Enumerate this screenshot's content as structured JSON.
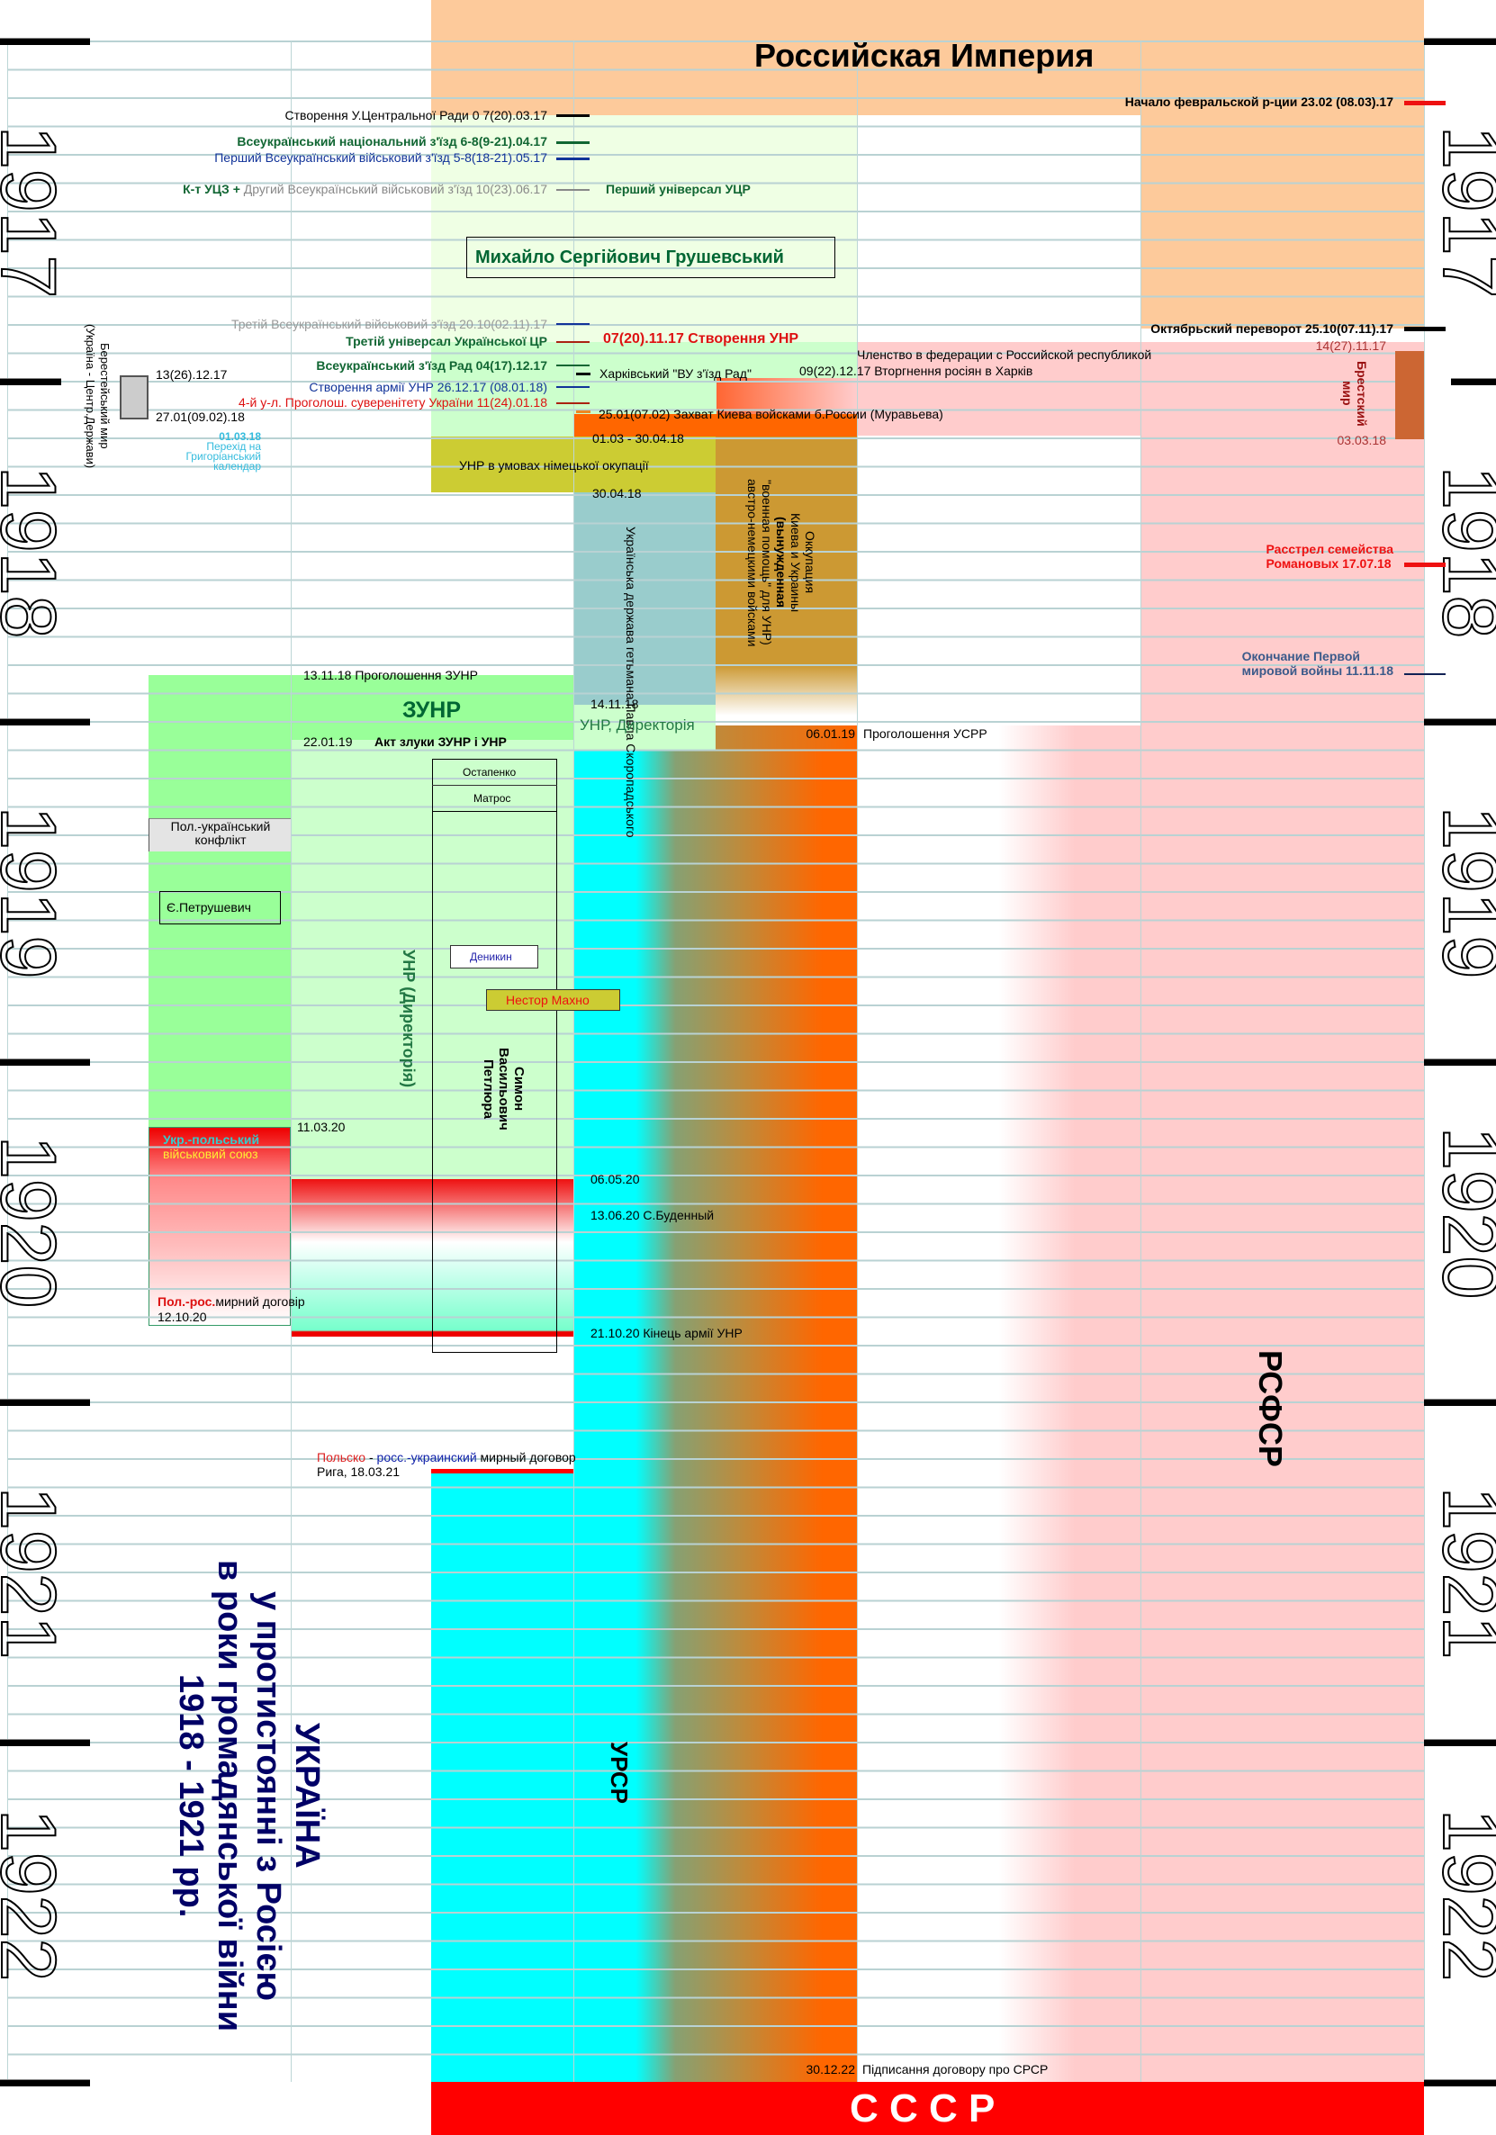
{
  "years": [
    "1917",
    "1918",
    "1919",
    "1920",
    "1921",
    "1922"
  ],
  "title": {
    "line1": "УКРАЇНА",
    "line2": "у протистоянні з Росією",
    "line3": "в роки громадянської війни",
    "line4": "1918 - 1921 рр."
  },
  "regions": {
    "russian_empire": "Российская Империя",
    "hrushevsky": "Михайло Сергійович Грушевський",
    "unr_german": "УНР в умовах німецької окупації",
    "unr_german_dates": "01.03 - 30.04.18",
    "hetman_start": "30.04.18",
    "hetman": "Українська держава гетьмана Павла Скоропадського",
    "occupation_l1": "Оккупация",
    "occupation_l2": "Киева и Украины",
    "occupation_l3": "(вынужденная",
    "occupation_l4": "\"военная помощь\" для УНР)",
    "occupation_l5": "австро-немецкими войсками",
    "directoria_date": "14.11.18",
    "directoria": "УНР, Директорія",
    "zunr": "ЗУНР",
    "unr_directoria_vertical": "УНР (Директорія)",
    "petlyura": "Симон Васильович Петлюра",
    "ostapenko": "Остапенко",
    "matros": "Матрос",
    "denikin": "Деникин",
    "makhno": "Нестор Махно",
    "petrushevych": "Є.Петрушевич",
    "pol_ukr_conflict": "Пол.-український конфлікт",
    "ukr_pol_union_1": "Укр.-польський",
    "ukr_pol_union_2": "військовий союз",
    "rsfsr": "РСФСР",
    "ursr": "УРСР",
    "ussr": "С С С Р",
    "brest_mir": "Брестский мир",
    "brest_start": "14(27).11.17",
    "brest_end": "03.03.18",
    "berest_mir_l1": "Берестейський мир",
    "berest_mir_l2": "(Україна - Центр.Держави)",
    "berest_start": "13(26).12.17",
    "berest_end": "27.01(09.02).18",
    "calendar_date": "01.03.18",
    "calendar_l1": "Перехід на",
    "calendar_l2": "Григоріанський",
    "calendar_l3": "календар"
  },
  "events": {
    "feb_revolution": "Начало февральской р-ции   23.02 (08.03).17",
    "central_rada": "Створення У.Центральної Ради  0 7(20).03.17",
    "national_congress": "Всеукраїнський національний з'їзд   6-8(9-21).04.17",
    "first_military": "Перший Всеукраїнський військовий з'їзд   5-8(18-21).05.17",
    "second_military_a": "К-т УЦЗ + ",
    "second_military_b": "Другий Всеукраїнський військовий з'їзд   10(23).06.17",
    "first_universal": "Перший універсал УЦР",
    "third_military": "Третій Всеукраїнський військовий з'їзд   20.10(02.11).17",
    "third_universal": "Третій універсал Української ЦР",
    "unr_creation": "07(20).11.17  Створення УНР",
    "october": "Октябрьский переворот   25.10(07.11).17",
    "federation": "Членство в федерации с Российской республикой",
    "soviets_congress": "Всеукраїнський з'їзд Рад   04(17).12.17",
    "kharkiv_congress": "Харківський \"ВУ з'їзд Рад\"",
    "kharkiv_invasion": "09(22).12.17 Вторгнення росіян в Харків",
    "unr_army": "Створення армії УНР   26.12.17 (08.01.18)",
    "fourth_universal": "4-й у-л. Проголош. суверенітету України  11(24).01.18",
    "kyiv_capture": "25.01(07.02)  Захват Киева войсками б.России (Муравьева)",
    "romanov_l1": "Расстрел семейства",
    "romanov_l2": "Романовых   17.07.18",
    "ww1_l1": "Окончание Первой",
    "ww1_l2": "мировой войны   11.11.18",
    "zunr_proclaim": "13.11.18 Проголошення ЗУНР",
    "union_date": "22.01.19",
    "union_act": "Акт злуки ЗУНР і УНР",
    "usrr_date": "06.01.19",
    "usrr": "Проголошення УСРР",
    "date_110320": "11.03.20",
    "date_060520": "06.05.20",
    "budenny": "13.06.20  С.Буденный",
    "unr_army_end": "21.10.20  Кінець армії УНР",
    "pol_ros_a": "Пол.-рос.",
    "pol_ros_b": "мирний договір",
    "pol_ros_date": "12.10.20",
    "riga_a": "Польско",
    "riga_b": " - ",
    "riga_c": "росс.-украинский",
    "riga_d": " мирный договор",
    "riga_date": "Рига,  18.03.21",
    "ussr_date": "30.12.22",
    "ussr_treaty": "Підписання договору про СРСР"
  },
  "colors": {
    "empire": "#fdca9b",
    "rsfsr": "#ffcccc",
    "orange": "#ff6600",
    "cyan": "#00ffff",
    "zunr": "#99ff99",
    "unr": "#ccffcc",
    "ussr": "#ff0000",
    "title": "#000066"
  }
}
